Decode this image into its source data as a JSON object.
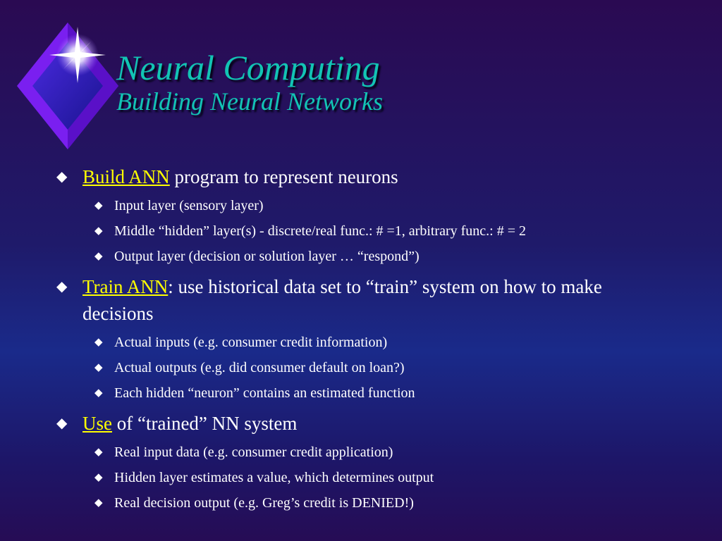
{
  "slide": {
    "title": "Neural Computing",
    "subtitle": "Building Neural Networks",
    "bullets": [
      {
        "link": "Build ANN",
        "text": " program to represent neurons",
        "subs": [
          "Input layer (sensory layer)",
          "Middle “hidden” layer(s) - discrete/real func.: # =1, arbitrary func.: # = 2",
          "Output layer (decision or solution layer … “respond”)"
        ]
      },
      {
        "link": "Train ANN",
        "text": ": use historical data set to “train” system on how to make decisions",
        "subs": [
          "Actual inputs (e.g. consumer credit information)",
          "Actual outputs (e.g. did consumer default on loan?)",
          "Each hidden “neuron” contains an estimated function"
        ]
      },
      {
        "link": "Use",
        "text": " of “trained” NN system",
        "subs": [
          "Real input data (e.g. consumer credit application)",
          "Hidden layer estimates a value, which determines output",
          "Real decision output (e.g. Greg’s credit is DENIED!)"
        ]
      }
    ]
  },
  "colors": {
    "title": "#12c4b4",
    "link": "#ffff00",
    "text": "#ffffff",
    "logo_outer": "#7a1ff0",
    "logo_inner": "#2a1fc0"
  },
  "icons": {
    "logo": "diamond-sparkle-logo",
    "bullet": "diamond-bullet-icon"
  }
}
